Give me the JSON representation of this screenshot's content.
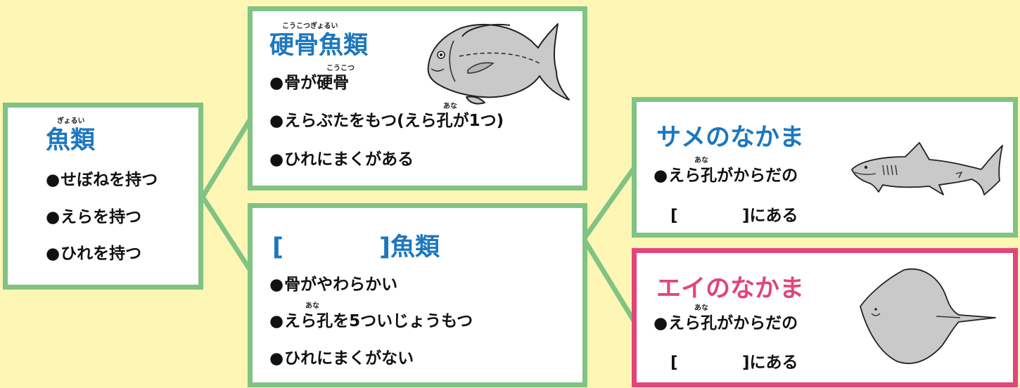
{
  "colors": {
    "background": "#fdf6b4",
    "border_green": "#80c383",
    "border_pink": "#e1457b",
    "title_blue": "#1c77bf",
    "title_pink": "#e1457b"
  },
  "bullet": "●",
  "fish": {
    "ruby": "ぎょるい",
    "title": "魚類",
    "items": [
      "せぼねを持つ",
      "えらを持つ",
      "ひれを持つ"
    ]
  },
  "bony": {
    "title_ruby": "こうこつぎょるい",
    "title": "硬骨魚類",
    "item1_prefix": "骨が",
    "item1_ruby": "こうこつ",
    "item1_word": "硬骨",
    "item2": "えらぶたをもつ(えら孔が1つ)",
    "item2_ruby": "あな",
    "item3": "ひれにまくがある",
    "icon": "sea-bream-illustration"
  },
  "cartilage": {
    "title_open": "[",
    "title_close": "]魚類",
    "item1": "骨がやわらかい",
    "item2": "えら孔を5ついじょうもつ",
    "item2_ruby": "あな",
    "item3": "ひれにまくがない"
  },
  "shark": {
    "title": "サメのなかま",
    "line1": "えら孔がからだの",
    "line1_ruby": "あな",
    "line2_open": "[",
    "line2_close": "]にある",
    "icon": "shark-illustration"
  },
  "ray": {
    "title": "エイのなかま",
    "line1": "えら孔がからだの",
    "line1_ruby": "あな",
    "line2_open": "[",
    "line2_close": "]にある",
    "icon": "stingray-illustration"
  }
}
